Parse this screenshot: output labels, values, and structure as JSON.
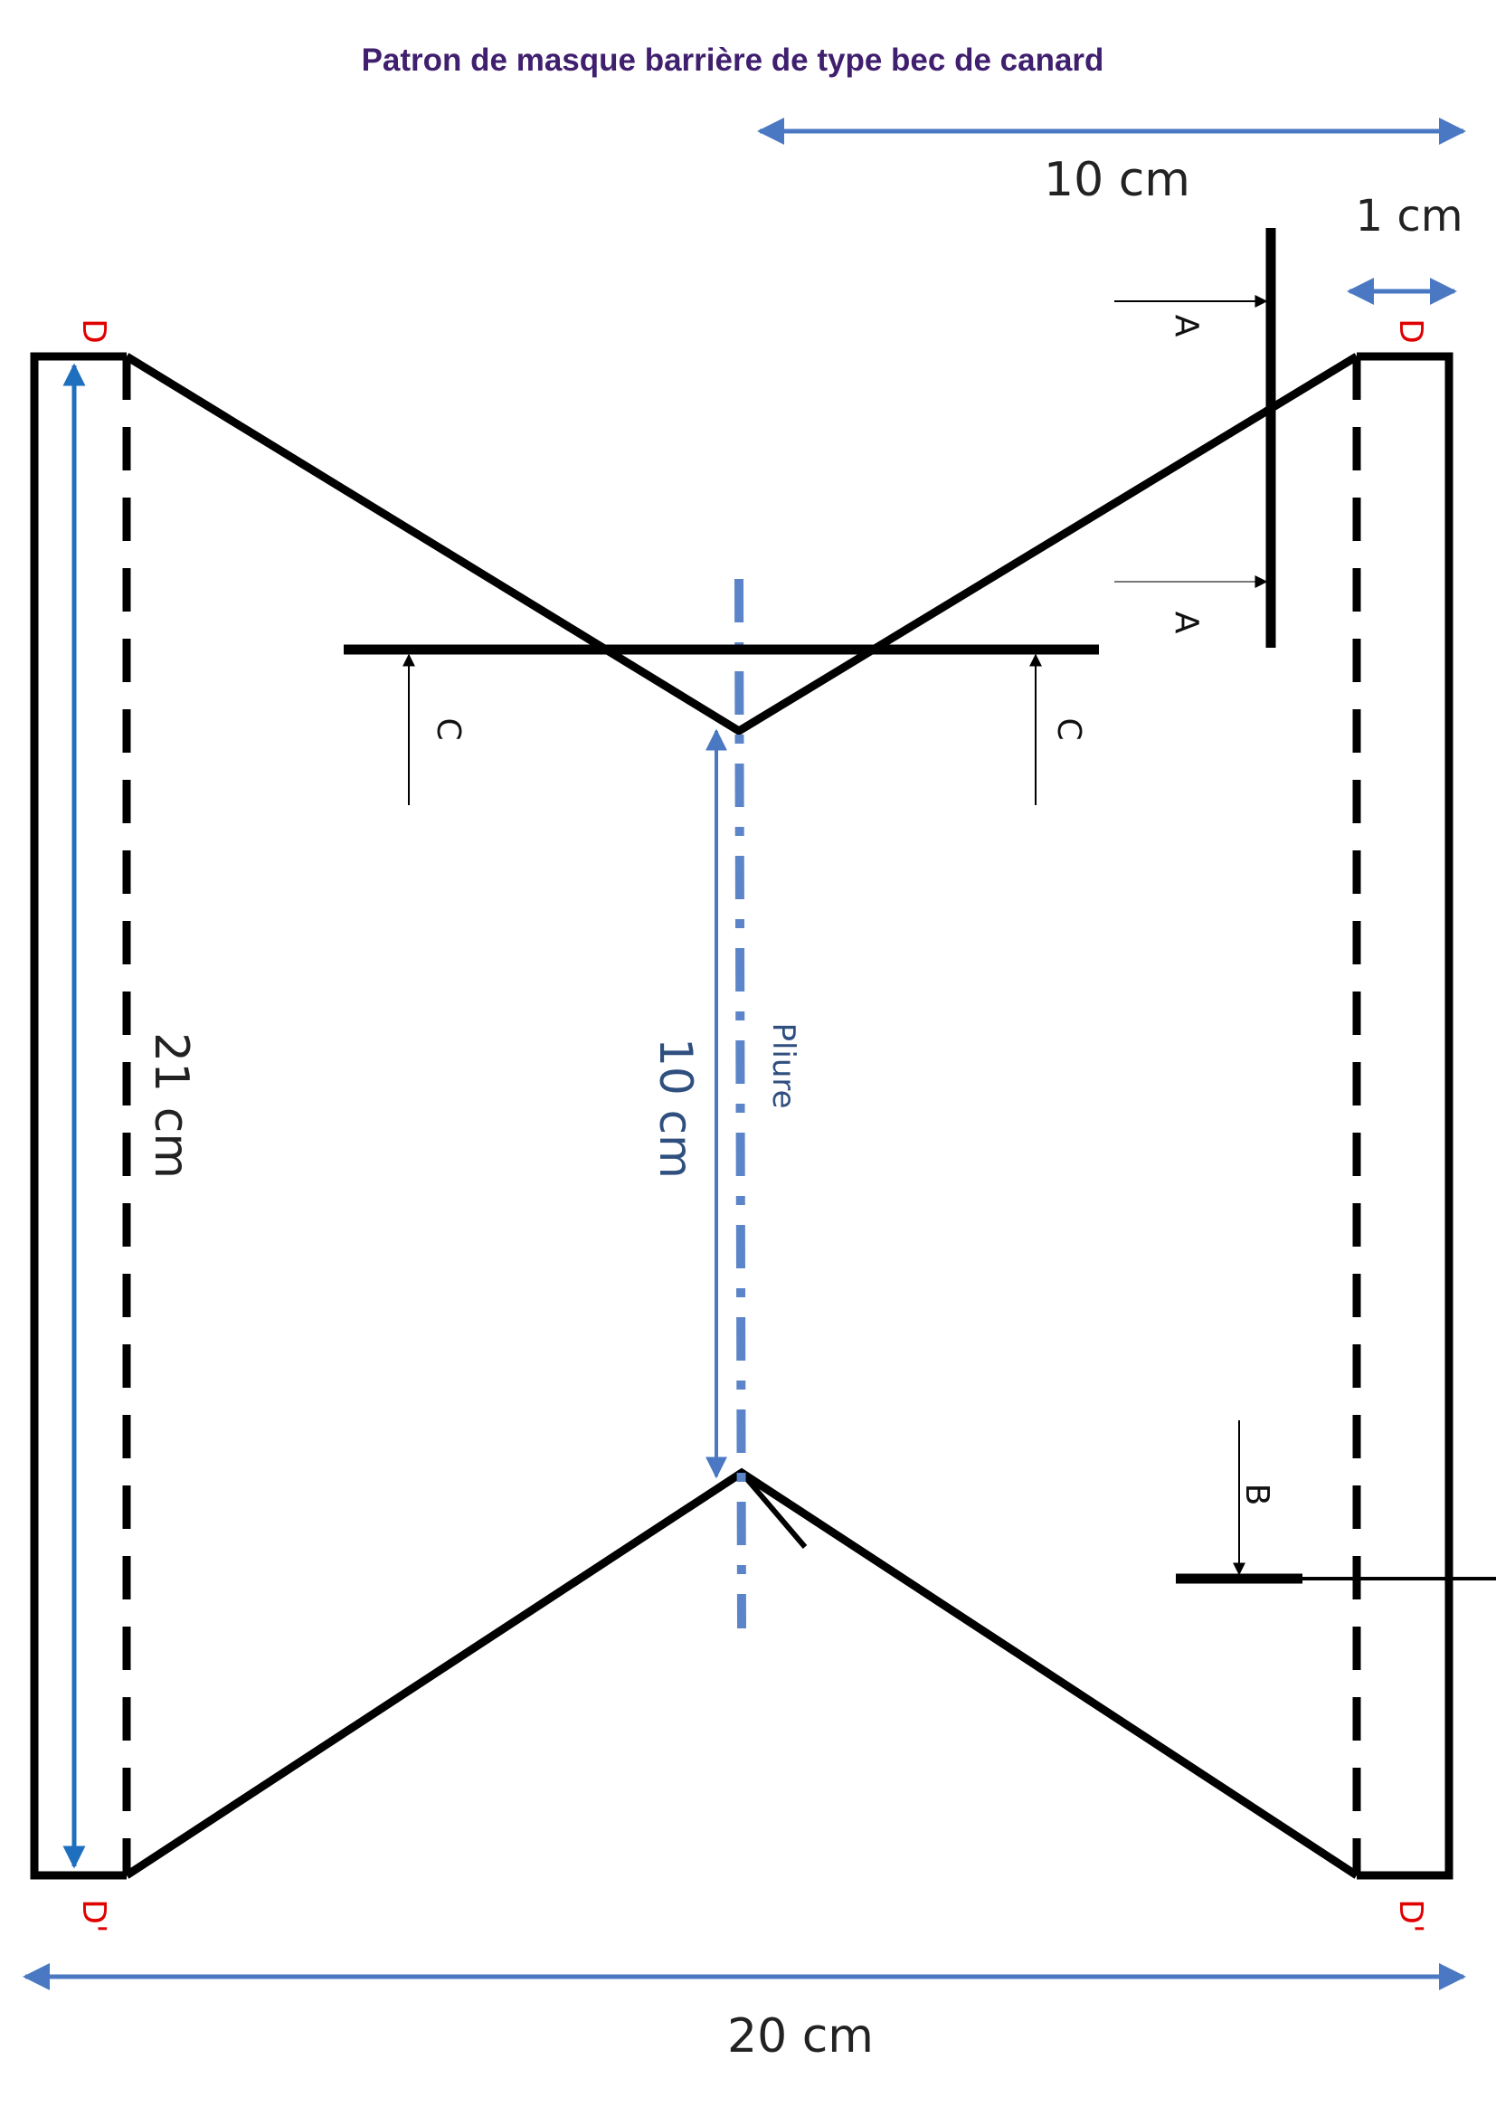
{
  "title": "Patron de masque barrière de type bec de canard",
  "dimensions": {
    "top_width": "10 cm",
    "seam": "1 cm",
    "height": "21 cm",
    "center_height": "10 cm",
    "bottom_width": "20 cm"
  },
  "fold_label": "Pliure",
  "points": {
    "top_left": "D",
    "top_right": "D",
    "bottom_left": "D'",
    "bottom_right": "D'"
  },
  "sections": {
    "a_top": "A",
    "a_bottom": "A",
    "c_left": "C",
    "c_right": "C",
    "b": "B"
  },
  "colors": {
    "title": "#3f1f6e",
    "dimension_arrow": "#4a78c2",
    "height_arrow": "#1f6fbf",
    "point_label": "#e00000",
    "outline": "#000000"
  }
}
